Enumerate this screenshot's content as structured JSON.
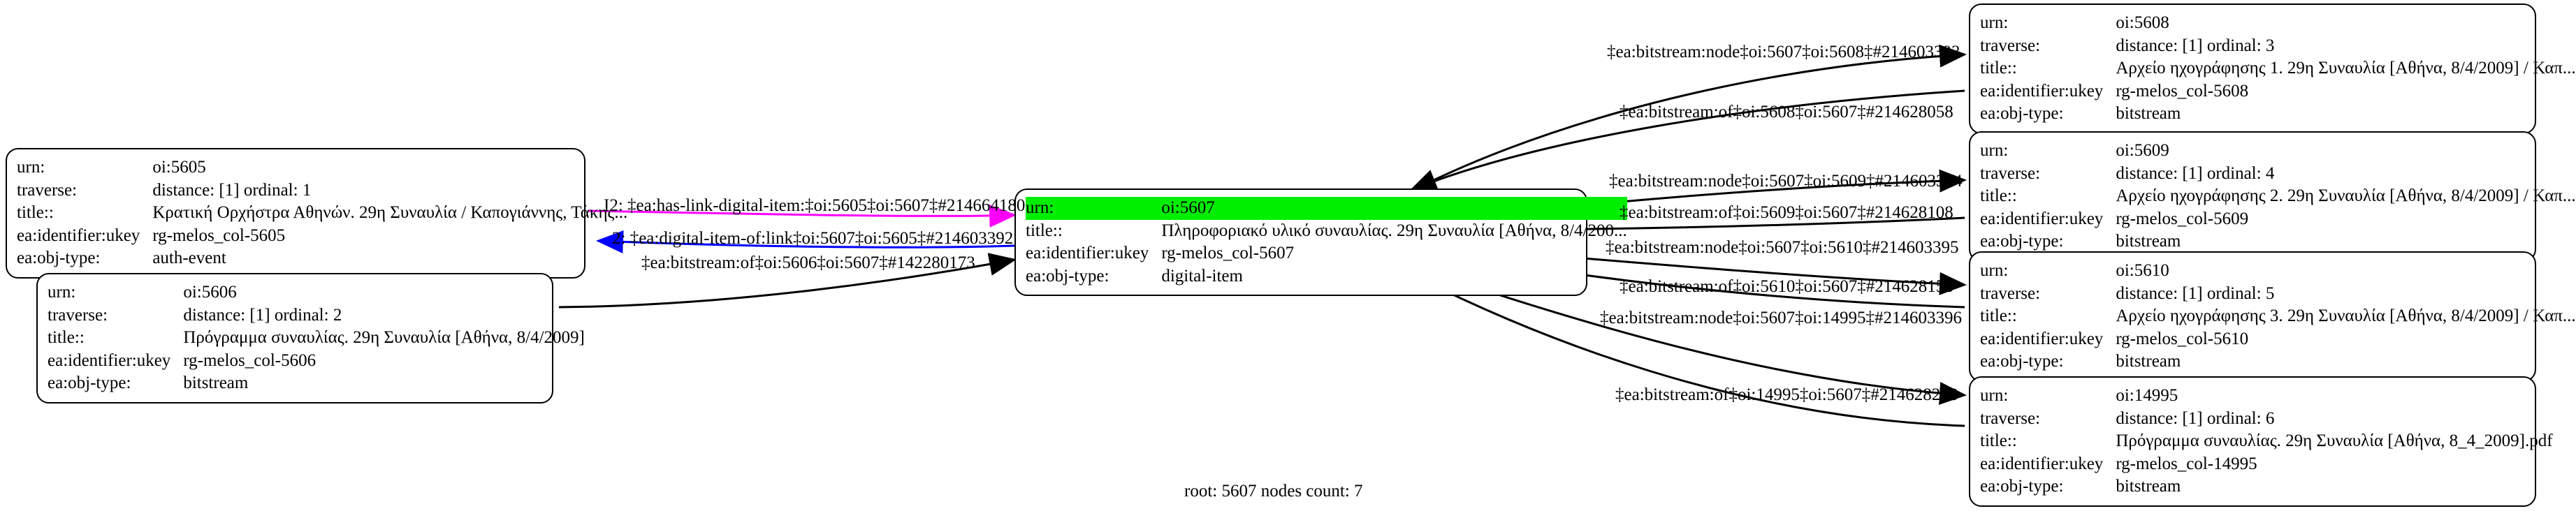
{
  "graph": {
    "footer": "root: 5607 nodes count: 7",
    "root_urn": "5607",
    "nodes_count": "7",
    "colors": {
      "highlight": "#00ee00",
      "edge_default": "#000000",
      "edge_magenta": "#ff00ff",
      "edge_blue": "#0000ff",
      "node_border": "#000000",
      "background": "#ffffff"
    },
    "field_labels": {
      "urn": "urn:",
      "traverse": "traverse:",
      "title": "title::",
      "ukey": "ea:identifier:ukey",
      "objtype": "ea:obj-type:"
    }
  },
  "nodes": [
    {
      "id": "n5605",
      "urn": "oi:5605",
      "traverse": "distance: [1]     ordinal: 1",
      "title": "Κρατική Ορχήστρα Αθηνών. 29η Συναυλία / Καπογιάννης, Τάκης...",
      "ukey": "rg-melos_col-5605",
      "objtype": "auth-event",
      "highlight": false
    },
    {
      "id": "n5606",
      "urn": "oi:5606",
      "traverse": "distance: [1]     ordinal: 2",
      "title": "Πρόγραμμα συναυλίας. 29η Συναυλία [Αθήνα, 8/4/2009]",
      "ukey": "rg-melos_col-5606",
      "objtype": "bitstream",
      "highlight": false
    },
    {
      "id": "n5607",
      "urn": "oi:5607",
      "traverse": "",
      "title": "Πληροφοριακό υλικό συναυλίας. 29η Συναυλία [Αθήνα, 8/4/200...",
      "ukey": "rg-melos_col-5607",
      "objtype": "digital-item",
      "highlight": true
    },
    {
      "id": "n5608",
      "urn": "oi:5608",
      "traverse": "distance: [1]     ordinal: 3",
      "title": "Αρχείο ηχογράφησης 1. 29η Συναυλία [Αθήνα, 8/4/2009] / Καπ...",
      "ukey": "rg-melos_col-5608",
      "objtype": "bitstream",
      "highlight": false
    },
    {
      "id": "n5609",
      "urn": "oi:5609",
      "traverse": "distance: [1]     ordinal: 4",
      "title": "Αρχείο ηχογράφησης 2. 29η Συναυλία [Αθήνα, 8/4/2009] / Καπ...",
      "ukey": "rg-melos_col-5609",
      "objtype": "bitstream",
      "highlight": false
    },
    {
      "id": "n5610",
      "urn": "oi:5610",
      "traverse": "distance: [1]     ordinal: 5",
      "title": "Αρχείο ηχογράφησης 3. 29η Συναυλία [Αθήνα, 8/4/2009] / Καπ...",
      "ukey": "rg-melos_col-5610",
      "objtype": "bitstream",
      "highlight": false
    },
    {
      "id": "n14995",
      "urn": "oi:14995",
      "traverse": "distance: [1]     ordinal: 6",
      "title": "Πρόγραμμα συναυλίας. 29η Συναυλία [Αθήνα, 8_4_2009].pdf",
      "ukey": "rg-melos_col-14995",
      "objtype": "bitstream",
      "highlight": false
    }
  ],
  "edges": [
    {
      "id": "e1",
      "label": "I2: ‡ea:has-link-digital-item:‡oi:5605‡oi:5607‡#214664180",
      "color": "#ff00ff"
    },
    {
      "id": "e2",
      "label": "2: ‡ea:digital-item-of:link‡oi:5607‡oi:5605‡#214603392",
      "color": "#0000ff"
    },
    {
      "id": "e3",
      "label": "‡ea:bitstream:of‡oi:5606‡oi:5607‡#142280173",
      "color": "#000000"
    },
    {
      "id": "e4",
      "label": "‡ea:bitstream:node‡oi:5607‡oi:5608‡#214603393",
      "color": "#000000"
    },
    {
      "id": "e5",
      "label": "‡ea:bitstream:of‡oi:5608‡oi:5607‡#214628058",
      "color": "#000000"
    },
    {
      "id": "e6",
      "label": "‡ea:bitstream:node‡oi:5607‡oi:5609‡#214603394",
      "color": "#000000"
    },
    {
      "id": "e7",
      "label": "‡ea:bitstream:of‡oi:5609‡oi:5607‡#214628108",
      "color": "#000000"
    },
    {
      "id": "e8",
      "label": "‡ea:bitstream:node‡oi:5607‡oi:5610‡#214603395",
      "color": "#000000"
    },
    {
      "id": "e9",
      "label": "‡ea:bitstream:of‡oi:5610‡oi:5607‡#214628158",
      "color": "#000000"
    },
    {
      "id": "e10",
      "label": "‡ea:bitstream:node‡oi:5607‡oi:14995‡#214603396",
      "color": "#000000"
    },
    {
      "id": "e11",
      "label": "‡ea:bitstream:of‡oi:14995‡oi:5607‡#214628208",
      "color": "#000000"
    }
  ]
}
